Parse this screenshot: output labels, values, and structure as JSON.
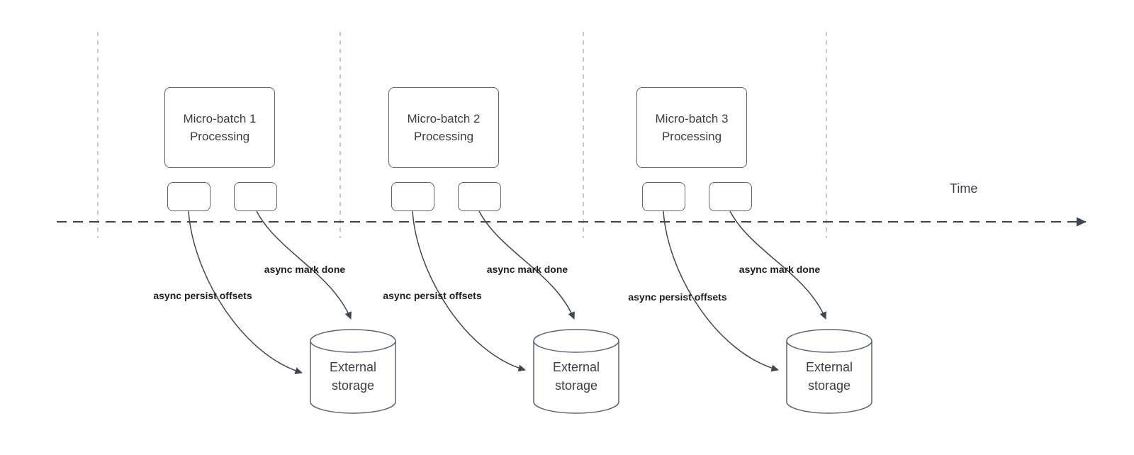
{
  "diagram": {
    "time_label": "Time",
    "colors": {
      "line": "#3f4650",
      "box_border": "#5b6472",
      "gridline": "#b5b5b5",
      "text": "#3b3f45",
      "label_text": "#1d1d1f"
    },
    "batches": [
      {
        "title": "Micro-batch 1\nProcessing",
        "persist_label": "async persist offsets",
        "mark_done_label": "async mark done",
        "storage": "External\nstorage"
      },
      {
        "title": "Micro-batch 2\nProcessing",
        "persist_label": "async persist offsets",
        "mark_done_label": "async mark done",
        "storage": "External\nstorage"
      },
      {
        "title": "Micro-batch 3\nProcessing",
        "persist_label": "async persist offsets",
        "mark_done_label": "async mark done",
        "storage": "External\nstorage"
      }
    ]
  }
}
